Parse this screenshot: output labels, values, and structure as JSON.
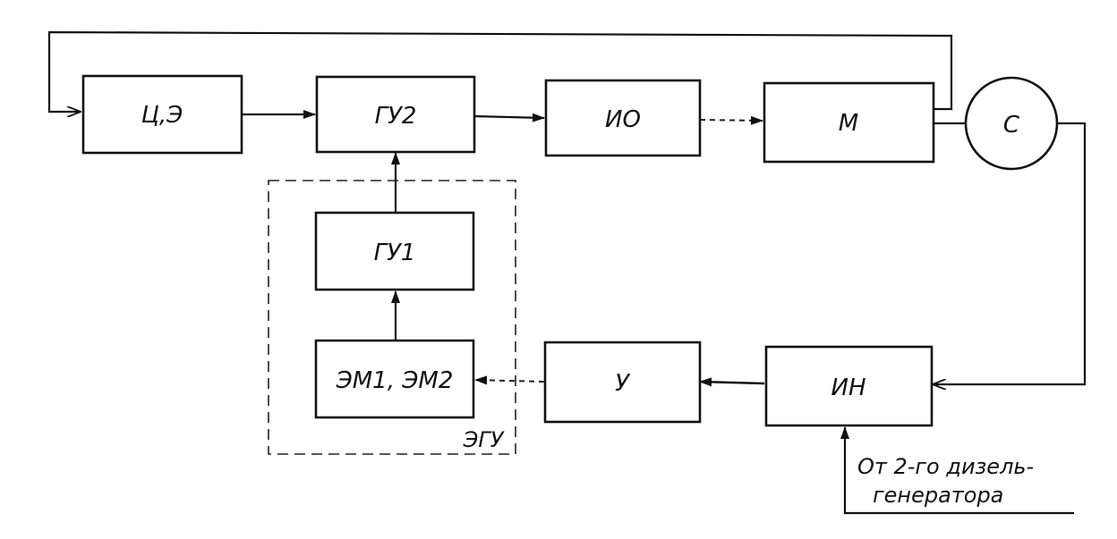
{
  "blocks": {
    "ce": "Ц,Э",
    "gu2": "ГУ2",
    "io": "ИО",
    "m": "М",
    "c": "С",
    "gu1": "ГУ1",
    "em": "ЭМ1, ЭМ2",
    "u": "У",
    "in": "ИН"
  },
  "group_label": "ЭГУ",
  "input_note": {
    "line1": "От 2-го дизель-",
    "line2": "генератора"
  }
}
